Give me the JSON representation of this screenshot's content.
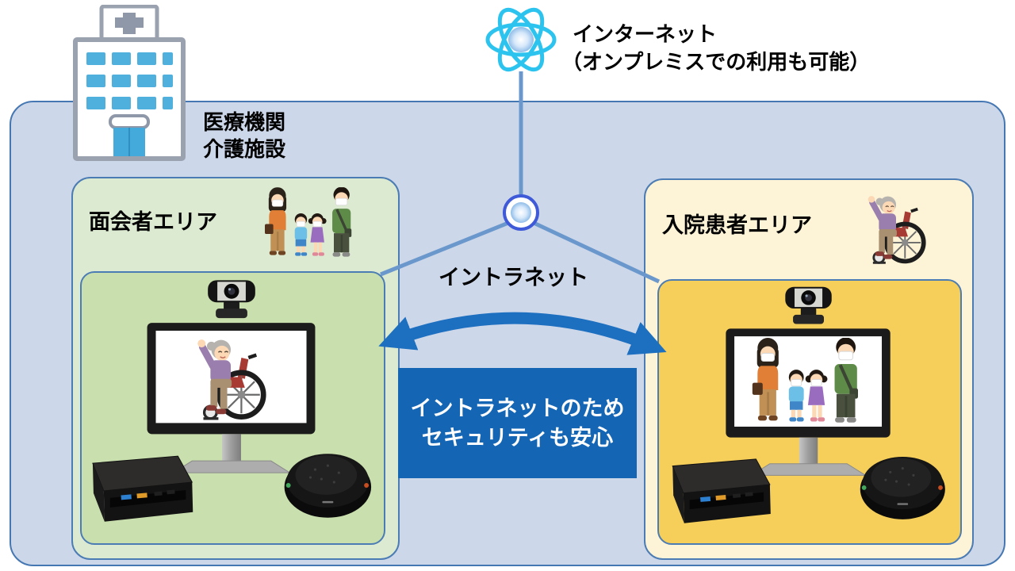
{
  "internet": {
    "label": "インターネット",
    "sublabel": "（オンプレミスでの利用も可能）",
    "icon": "atom-network-icon"
  },
  "facility": {
    "line1": "医療機関",
    "line2": "介護施設",
    "icon": "hospital-icon"
  },
  "network": {
    "intranet_label": "イントラネット",
    "node_icon": "network-node-icon",
    "arrow_icon": "bidirectional-arrow"
  },
  "security_note": {
    "line1": "イントラネットのため",
    "line2": "セキュリティも安心"
  },
  "areas": {
    "visitor": {
      "label": "面会者エリア",
      "illustration": "masked-family-icon",
      "screen_shows": "grandma-wheelchair-icon"
    },
    "patient": {
      "label": "入院患者エリア",
      "illustration": "grandma-wheelchair-icon",
      "screen_shows": "masked-family-icon"
    }
  },
  "equipment_icons": [
    "webcam-icon",
    "monitor-icon",
    "mini-pc-icon",
    "speakerphone-icon"
  ],
  "colors": {
    "container_bg": "#cdd7ea",
    "border_blue": "#4577b2",
    "visitor_outer": "#dcead2",
    "visitor_inner": "#c9e0ae",
    "patient_outer": "#fdf3d6",
    "patient_inner": "#f6cf5a",
    "line_blue": "#6b98cc",
    "arrow_blue": "#1d6fc0",
    "security_box_bg": "#1465b4",
    "node_ring": "#3f5ad8",
    "atom_cyan": "#2cc4ef",
    "hospital_window_blue": "#4fb0de"
  }
}
